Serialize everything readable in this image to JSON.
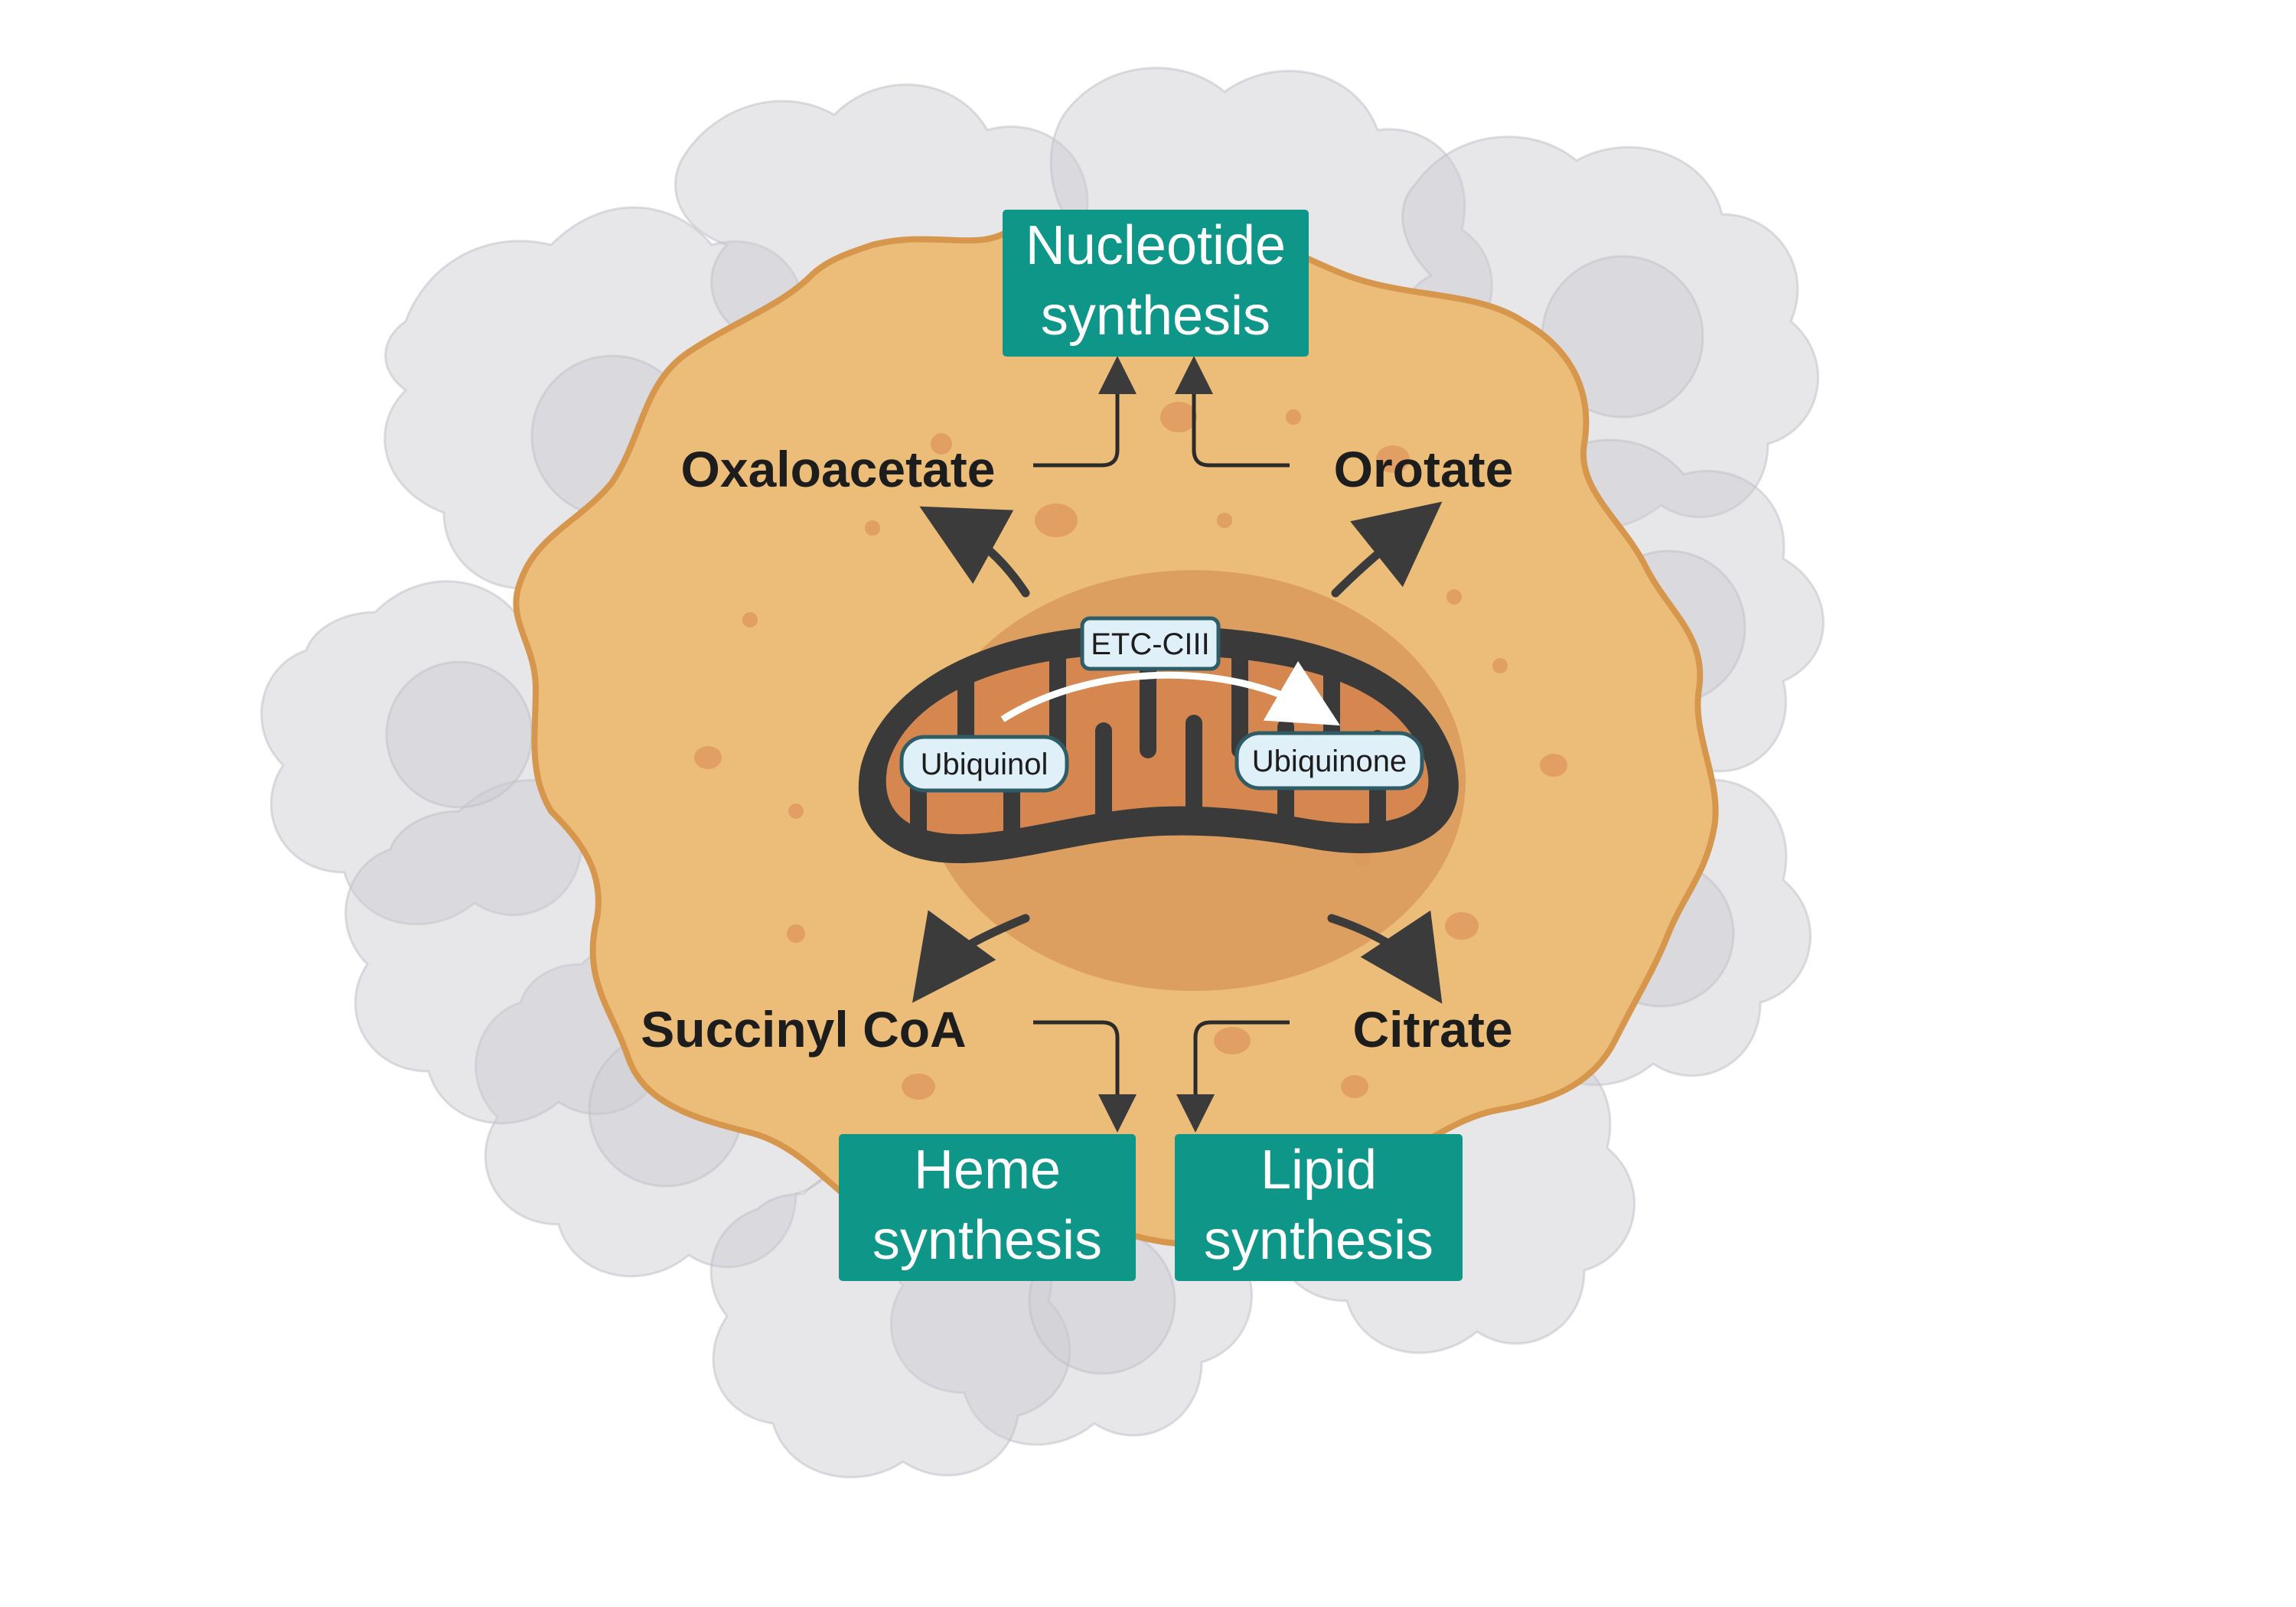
{
  "diagram": {
    "mitochondrion": {
      "complex_label": "ETC-CIII",
      "donor_label": "Ubiquinol",
      "acceptor_label": "Ubiquinone"
    },
    "metabolites": {
      "top_left": "Oxaloacetate",
      "top_right": "Orotate",
      "bottom_left": "Succinyl CoA",
      "bottom_right": "Citrate"
    },
    "pathways": {
      "nucleotide": {
        "line1": "Nucleotide",
        "line2": "synthesis"
      },
      "heme": {
        "line1": "Heme",
        "line2": "synthesis"
      },
      "lipid": {
        "line1": "Lipid",
        "line2": "synthesis"
      }
    },
    "colors": {
      "cell_fill": "#ebbd79",
      "cell_border": "#d6974d",
      "nucleus": "#d99a5c",
      "background_cells": "#c9c9d1",
      "mito_outline": "#3a3a3a",
      "mito_matrix": "#d6874f",
      "pathway_box": "#0e9688",
      "pill_fill": "#e0f0f8",
      "pill_border": "#2f5d67",
      "arrow": "#3b3b3b"
    }
  }
}
